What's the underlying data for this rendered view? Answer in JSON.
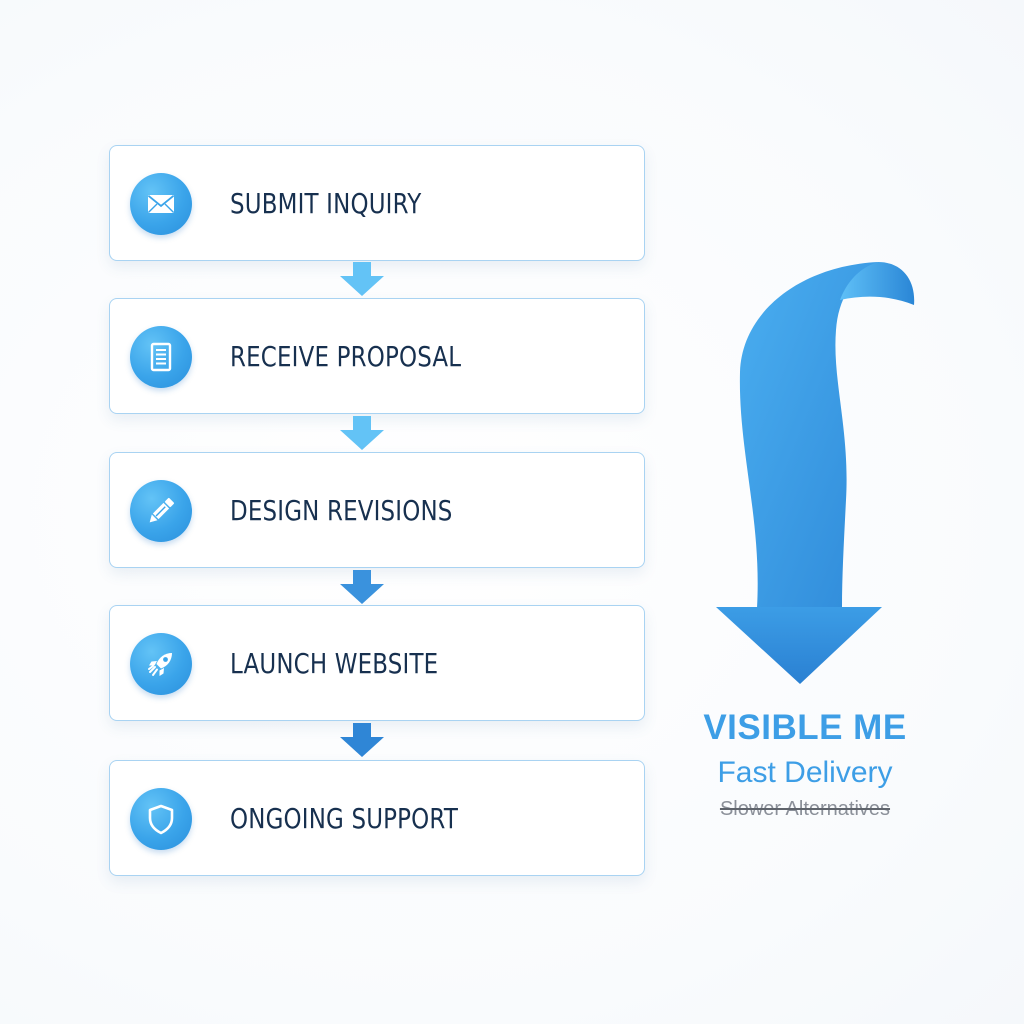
{
  "steps": [
    {
      "label": "SUBMIT INQUIRY",
      "icon": "envelope-icon"
    },
    {
      "label": "RECEIVE PROPOSAL",
      "icon": "document-icon"
    },
    {
      "label": "DESIGN REVISIONS",
      "icon": "pencil-icon"
    },
    {
      "label": "LAUNCH WEBSITE",
      "icon": "rocket-icon"
    },
    {
      "label": "ONGOING SUPPORT",
      "icon": "shield-icon"
    }
  ],
  "brand": {
    "name": "VISIBLE ME",
    "tagline": "Fast Delivery",
    "comparison": "Slower Alternatives"
  },
  "colors": {
    "accent": "#3d9ee6",
    "label_text": "#17304f",
    "border": "#a9d3f2",
    "connector_light": "#63c3f6",
    "connector_dark": "#2f86d6",
    "muted_text": "#8b9099"
  }
}
